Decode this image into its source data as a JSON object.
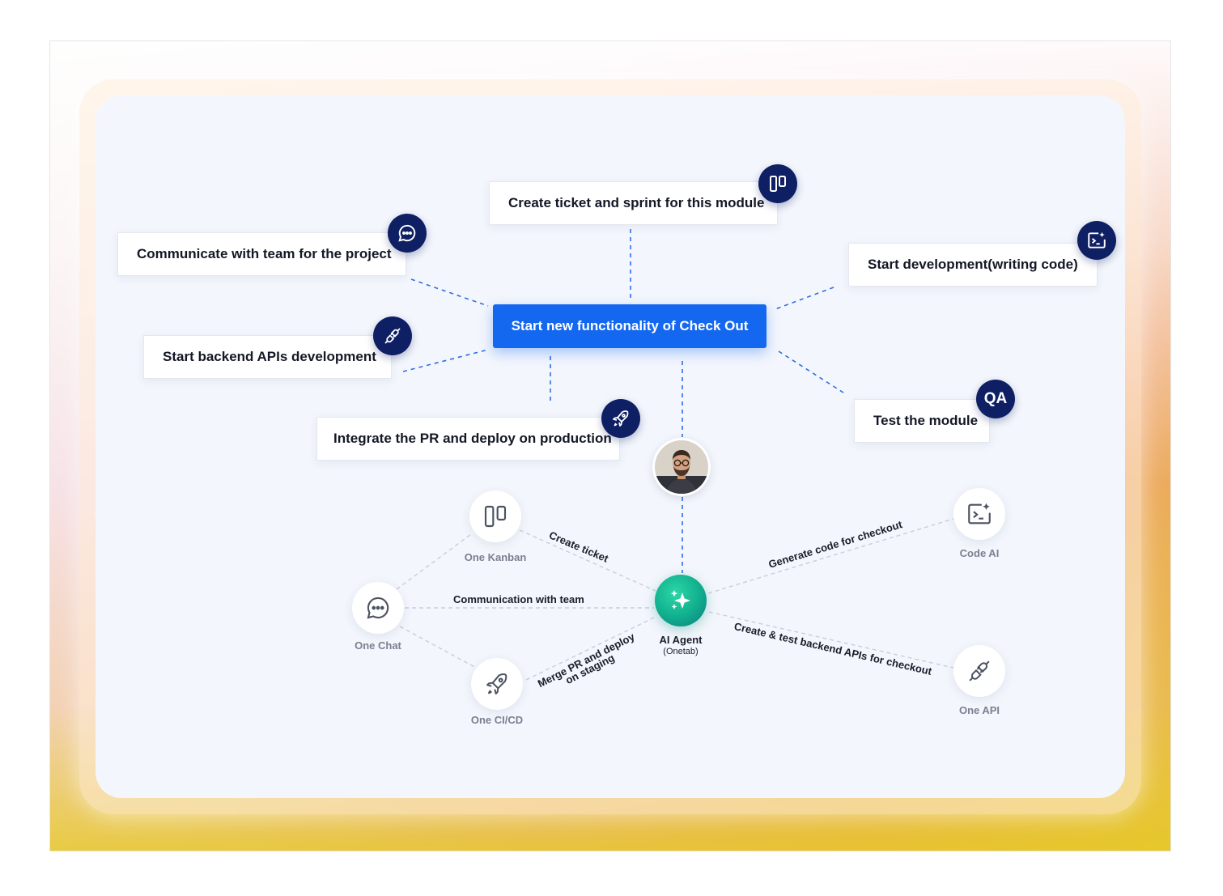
{
  "central_task": "Start new functionality of Check Out",
  "tasks": [
    {
      "id": "ticket",
      "label": "Create ticket and sprint for this module",
      "icon": "kanban-icon"
    },
    {
      "id": "communicate",
      "label": "Communicate with team for the project",
      "icon": "chat-icon"
    },
    {
      "id": "development",
      "label": "Start development(writing code)",
      "icon": "code-ai-icon"
    },
    {
      "id": "backend",
      "label": "Start backend APIs development",
      "icon": "plug-icon"
    },
    {
      "id": "test",
      "label": "Test the module",
      "icon": "qa-badge",
      "badge_text": "QA"
    },
    {
      "id": "deploy",
      "label": "Integrate the PR and deploy on production",
      "icon": "rocket-icon"
    }
  ],
  "agent": {
    "name": "AI Agent",
    "sub": "(Onetab)"
  },
  "tools": [
    {
      "id": "kanban",
      "label": "One Kanban",
      "icon": "kanban-icon"
    },
    {
      "id": "chat",
      "label": "One Chat",
      "icon": "chat-icon"
    },
    {
      "id": "cicd",
      "label": "One CI/CD",
      "icon": "rocket-icon"
    },
    {
      "id": "codeai",
      "label": "Code AI",
      "icon": "code-ai-icon"
    },
    {
      "id": "api",
      "label": "One API",
      "icon": "plug-icon"
    }
  ],
  "edge_labels": {
    "kanban": "Create ticket",
    "chat": "Communication with team",
    "cicd_line1": "Merge PR and deploy",
    "cicd_line2": "on staging",
    "codeai": "Generate code for checkout",
    "api": "Create & test backend APIs for checkout"
  },
  "colors": {
    "primary_blue": "#1468f0",
    "badge_navy": "#0e1f64",
    "agent_green": "#12b28f",
    "panel_bg": "#f3f6fc",
    "connector_blue": "#2f6fe0",
    "connector_gray": "#c9ced8"
  }
}
